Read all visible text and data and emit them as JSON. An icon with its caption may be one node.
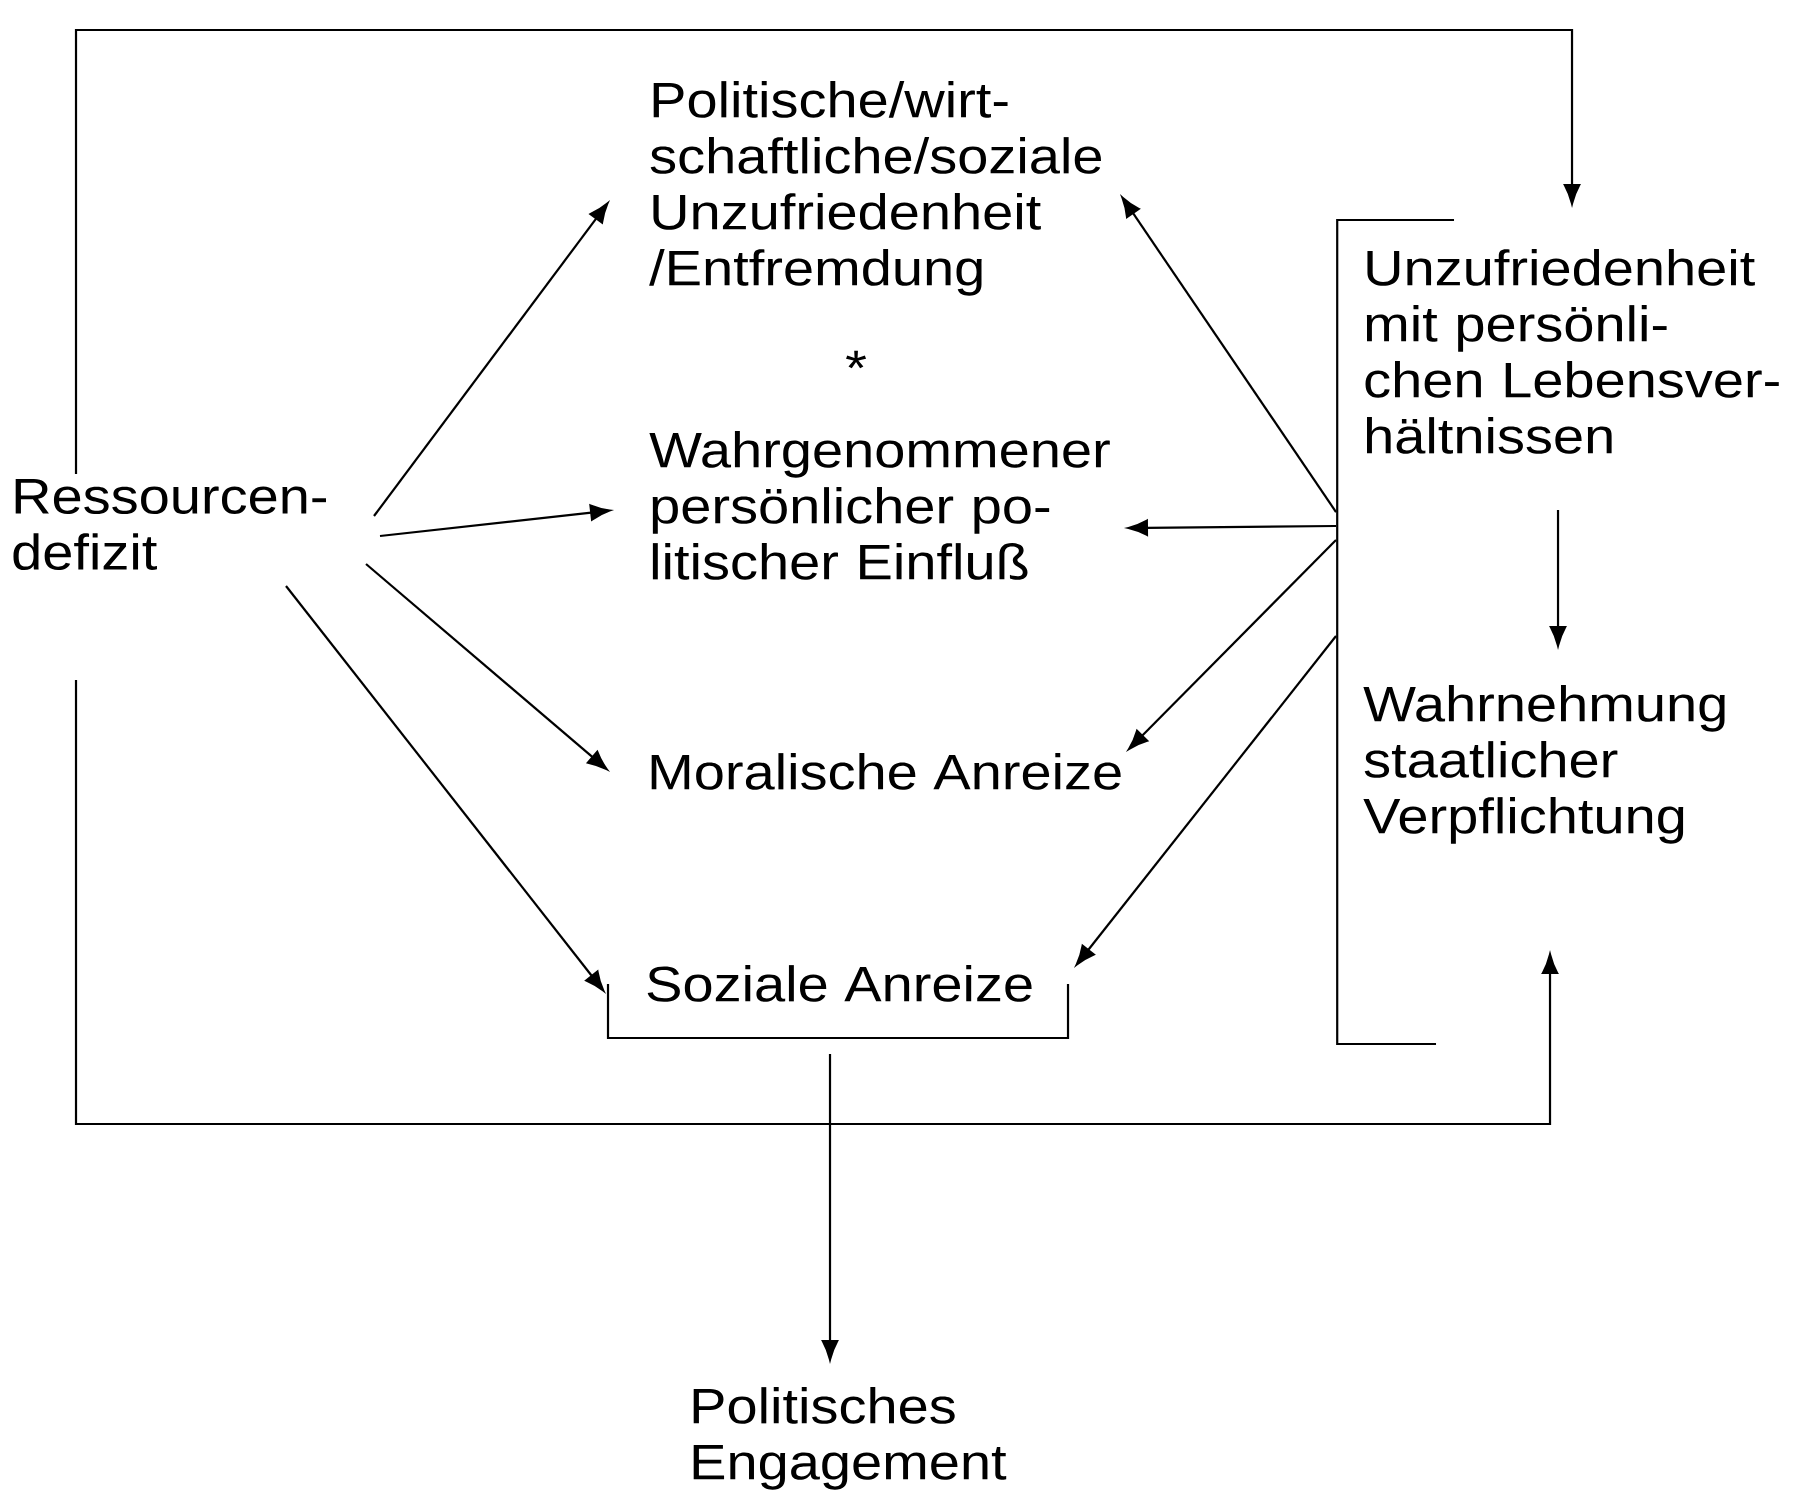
{
  "diagram": {
    "nodes": [
      {
        "text": [
          "Ressourcen- defizit"
        ]
      },
      {
        "text": [
          "Politische/wirt- schaftliche/soziale Unzufriedenheit /Entfremdung"
        ]
      },
      {
        "text": [
          "Wahrgenommener persönlicher po- litischer Einfluß"
        ]
      },
      {
        "text": [
          "Moralische Anreize"
        ]
      },
      {
        "text": [
          "Soziale Anreize"
        ]
      },
      {
        "text": [],
        "shape": "bracket"
      },
      {
        "text": [
          "Unzufriedenheit mit persönli- chen Lebensver- hältnissen"
        ]
      },
      {
        "text": [
          "Wahrnehmung staatlicher Verpflichtung"
        ]
      },
      {
        "text": [
          "Politisches Engagement"
        ]
      }
    ],
    "edges": [
      {
        "from": 0,
        "to": 1,
        "arrow": "to"
      },
      {
        "from": 0,
        "to": 2,
        "arrow": "to"
      },
      {
        "from": 0,
        "to": 3,
        "arrow": "to"
      },
      {
        "from": 0,
        "to": 4,
        "arrow": "to"
      },
      {
        "from": 5,
        "to": 1,
        "arrow": "to"
      },
      {
        "from": 5,
        "to": 2,
        "arrow": "to"
      },
      {
        "from": 5,
        "to": 3,
        "arrow": "to"
      },
      {
        "from": 5,
        "to": 4,
        "arrow": "to"
      },
      {
        "from": 6,
        "to": 7,
        "arrow": "to"
      },
      {
        "from": 0,
        "to": 6,
        "arrow": "to"
      },
      {
        "from": 0,
        "to": 7,
        "arrow": "to"
      },
      {
        "from": 4,
        "to": 8,
        "arrow": "to"
      }
    ],
    "labels": [
      "*"
    ]
  }
}
